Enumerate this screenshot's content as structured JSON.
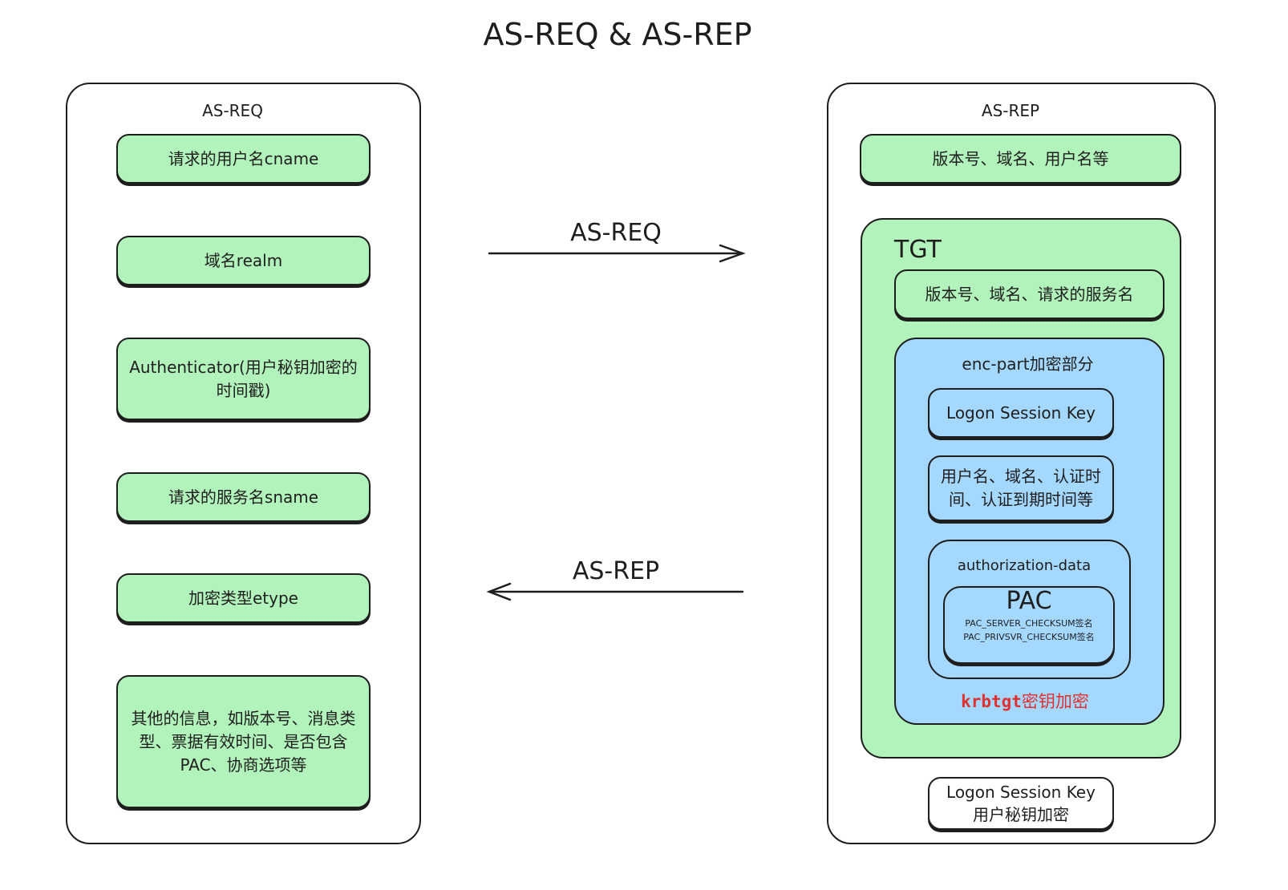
{
  "title": "AS-REQ & AS-REP",
  "left_panel": {
    "label": "AS-REQ",
    "items": [
      "请求的用户名cname",
      "域名realm",
      "Authenticator(用户秘钥加密的时间戳)",
      "请求的服务名sname",
      "加密类型etype",
      "其他的信息，如版本号、消息类型、票据有效时间、是否包含PAC、协商选项等"
    ]
  },
  "arrows": {
    "request_label": "AS-REQ",
    "reply_label": "AS-REP"
  },
  "right_panel": {
    "label": "AS-REP",
    "header_item": "版本号、域名、用户名等",
    "tgt": {
      "label": "TGT",
      "header_item": "版本号、域名、请求的服务名",
      "enc_part": {
        "label": "enc-part加密部分",
        "session_key": "Logon Session Key",
        "info": "用户名、域名、认证时间、认证到期时间等",
        "authorization_data": {
          "label": "authorization-data",
          "pac": {
            "label": "PAC",
            "line1": "PAC_SERVER_CHECKSUM签名",
            "line2": "PAC_PRIVSVR_CHECKSUM签名"
          }
        },
        "encryption_key_name": "krbtgt",
        "encryption_suffix": "密钥加密"
      }
    },
    "footer": {
      "line1": "Logon Session Key",
      "line2": "用户秘钥加密"
    }
  },
  "colors": {
    "green_fill": "#b2f2bb",
    "blue_fill": "#a5d8ff",
    "stroke": "#1e1e1e",
    "accent_red": "#e03131"
  }
}
